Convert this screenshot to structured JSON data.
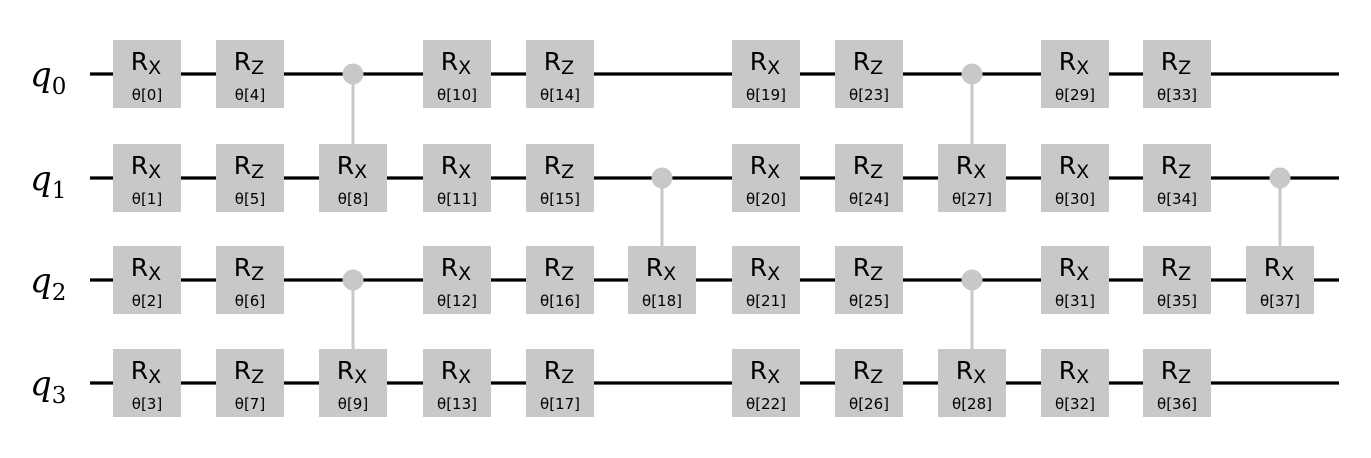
{
  "colors": {
    "wire": "#000000",
    "gate_fill": "#c8c8c8",
    "control": "#c8c8c8",
    "text": "#000000"
  },
  "qubits": [
    {
      "symbol": "q",
      "index": "0"
    },
    {
      "symbol": "q",
      "index": "1"
    },
    {
      "symbol": "q",
      "index": "2"
    },
    {
      "symbol": "q",
      "index": "3"
    }
  ],
  "columns": [
    {
      "gates": [
        {
          "q": 0,
          "main": "R",
          "sub": "X",
          "param": "θ[0]"
        },
        {
          "q": 1,
          "main": "R",
          "sub": "X",
          "param": "θ[1]"
        },
        {
          "q": 2,
          "main": "R",
          "sub": "X",
          "param": "θ[2]"
        },
        {
          "q": 3,
          "main": "R",
          "sub": "X",
          "param": "θ[3]"
        }
      ]
    },
    {
      "gates": [
        {
          "q": 0,
          "main": "R",
          "sub": "Z",
          "param": "θ[4]"
        },
        {
          "q": 1,
          "main": "R",
          "sub": "Z",
          "param": "θ[5]"
        },
        {
          "q": 2,
          "main": "R",
          "sub": "Z",
          "param": "θ[6]"
        },
        {
          "q": 3,
          "main": "R",
          "sub": "Z",
          "param": "θ[7]"
        }
      ]
    },
    {
      "gates": [
        {
          "q": 1,
          "main": "R",
          "sub": "X",
          "param": "θ[8]"
        },
        {
          "q": 3,
          "main": "R",
          "sub": "X",
          "param": "θ[9]"
        }
      ],
      "controls": [
        {
          "control": 0,
          "target": 1
        },
        {
          "control": 2,
          "target": 3
        }
      ]
    },
    {
      "gates": [
        {
          "q": 0,
          "main": "R",
          "sub": "X",
          "param": "θ[10]"
        },
        {
          "q": 1,
          "main": "R",
          "sub": "X",
          "param": "θ[11]"
        },
        {
          "q": 2,
          "main": "R",
          "sub": "X",
          "param": "θ[12]"
        },
        {
          "q": 3,
          "main": "R",
          "sub": "X",
          "param": "θ[13]"
        }
      ]
    },
    {
      "gates": [
        {
          "q": 0,
          "main": "R",
          "sub": "Z",
          "param": "θ[14]"
        },
        {
          "q": 1,
          "main": "R",
          "sub": "Z",
          "param": "θ[15]"
        },
        {
          "q": 2,
          "main": "R",
          "sub": "Z",
          "param": "θ[16]"
        },
        {
          "q": 3,
          "main": "R",
          "sub": "Z",
          "param": "θ[17]"
        }
      ]
    },
    {
      "gates": [
        {
          "q": 2,
          "main": "R",
          "sub": "X",
          "param": "θ[18]"
        }
      ],
      "controls": [
        {
          "control": 1,
          "target": 2
        }
      ]
    },
    {
      "gates": [
        {
          "q": 0,
          "main": "R",
          "sub": "X",
          "param": "θ[19]"
        },
        {
          "q": 1,
          "main": "R",
          "sub": "X",
          "param": "θ[20]"
        },
        {
          "q": 2,
          "main": "R",
          "sub": "X",
          "param": "θ[21]"
        },
        {
          "q": 3,
          "main": "R",
          "sub": "X",
          "param": "θ[22]"
        }
      ]
    },
    {
      "gates": [
        {
          "q": 0,
          "main": "R",
          "sub": "Z",
          "param": "θ[23]"
        },
        {
          "q": 1,
          "main": "R",
          "sub": "Z",
          "param": "θ[24]"
        },
        {
          "q": 2,
          "main": "R",
          "sub": "Z",
          "param": "θ[25]"
        },
        {
          "q": 3,
          "main": "R",
          "sub": "Z",
          "param": "θ[26]"
        }
      ]
    },
    {
      "gates": [
        {
          "q": 1,
          "main": "R",
          "sub": "X",
          "param": "θ[27]"
        },
        {
          "q": 3,
          "main": "R",
          "sub": "X",
          "param": "θ[28]"
        }
      ],
      "controls": [
        {
          "control": 0,
          "target": 1
        },
        {
          "control": 2,
          "target": 3
        }
      ]
    },
    {
      "gates": [
        {
          "q": 0,
          "main": "R",
          "sub": "X",
          "param": "θ[29]"
        },
        {
          "q": 1,
          "main": "R",
          "sub": "X",
          "param": "θ[30]"
        },
        {
          "q": 2,
          "main": "R",
          "sub": "X",
          "param": "θ[31]"
        },
        {
          "q": 3,
          "main": "R",
          "sub": "X",
          "param": "θ[32]"
        }
      ]
    },
    {
      "gates": [
        {
          "q": 0,
          "main": "R",
          "sub": "Z",
          "param": "θ[33]"
        },
        {
          "q": 1,
          "main": "R",
          "sub": "Z",
          "param": "θ[34]"
        },
        {
          "q": 2,
          "main": "R",
          "sub": "Z",
          "param": "θ[35]"
        },
        {
          "q": 3,
          "main": "R",
          "sub": "Z",
          "param": "θ[36]"
        }
      ]
    },
    {
      "gates": [
        {
          "q": 2,
          "main": "R",
          "sub": "X",
          "param": "θ[37]"
        }
      ],
      "controls": [
        {
          "control": 1,
          "target": 2
        }
      ]
    }
  ]
}
